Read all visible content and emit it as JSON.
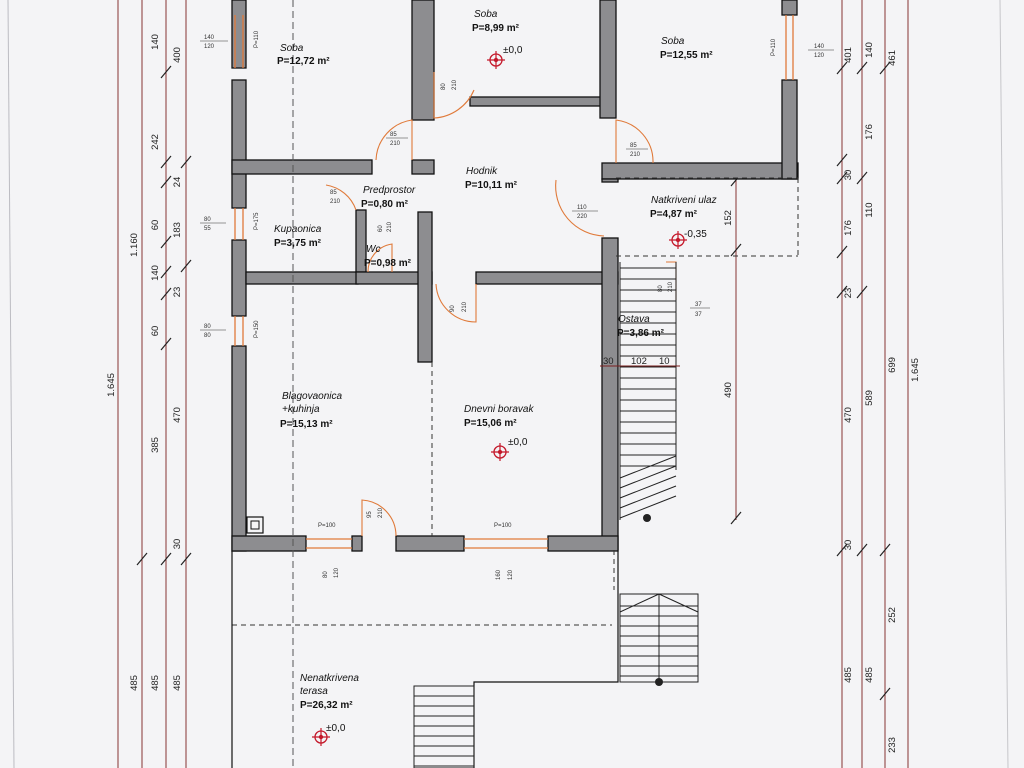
{
  "rooms": {
    "soba_left": {
      "name": "Soba",
      "area": "P=12,72 m²"
    },
    "soba_mid": {
      "name": "Soba",
      "area": "P=8,99 m²"
    },
    "soba_right": {
      "name": "Soba",
      "area": "P=12,55 m²"
    },
    "hodnik": {
      "name": "Hodnik",
      "area": "P=10,11 m²"
    },
    "predprostor": {
      "name": "Predprostor",
      "area": "P=0,80 m²"
    },
    "kupaonica": {
      "name": "Kupaonica",
      "area": "P=3,75 m²"
    },
    "wc": {
      "name": "Wc",
      "area": "P=0,98 m²"
    },
    "natkriveni": {
      "name": "Natkriveni ulaz",
      "area": "P=4,87 m²"
    },
    "ostava": {
      "name": "Ostava",
      "area": "P=3,86 m²"
    },
    "blagovaonica": {
      "name_line1": "Blagovaonica",
      "name_line2": "+kuhinja",
      "area": "P=15,13 m²"
    },
    "dnevni": {
      "name": "Dnevni boravak",
      "area": "P=15,06 m²"
    },
    "terasa": {
      "name_line1": "Nenatkrivena",
      "name_line2": "terasa",
      "area": "P=26,32 m²"
    }
  },
  "levels": {
    "soba_mid": "±0,0",
    "natkriveni": "-0,35",
    "dnevni": "±0,0",
    "terasa": "±0,0"
  },
  "dims_left": {
    "outer": [
      "1.645"
    ],
    "mid": [
      "1.160",
      "485"
    ],
    "inner": [
      "400",
      "242",
      "183",
      "470",
      "385",
      "485"
    ],
    "innermost": [
      "140",
      "24",
      "60",
      "140",
      "23",
      "60",
      "30",
      "485"
    ]
  },
  "dims_right": {
    "outer": [
      "1.645"
    ],
    "mid": [
      "461",
      "699",
      "252",
      "233"
    ],
    "inner": [
      "401",
      "176",
      "176",
      "589",
      "485"
    ],
    "innermost": [
      "140",
      "30",
      "110",
      "23",
      "470",
      "30",
      "485"
    ]
  },
  "dims_interior": {
    "v152": "152",
    "v490": "490",
    "h30a": "30",
    "h102": "102",
    "h10": "10"
  },
  "opening_notes": {
    "w_soba_l_a": "140",
    "w_soba_l_b": "120",
    "w_soba_l_p": "P=110",
    "w_soba_r_a": "140",
    "w_soba_r_b": "120",
    "w_soba_r_p": "P=110",
    "w_kup_a": "80",
    "w_kup_b": "55",
    "w_kup_p": "P=175",
    "w_blag_a": "80",
    "w_blag_b": "80",
    "w_blag_p": "P=150",
    "w_south1_p": "P=100",
    "w_south1_a": "80",
    "w_south1_b": "120",
    "w_south2_p": "P=100",
    "w_south2_a": "160",
    "w_south2_b": "120",
    "d_soba_mid_a": "80",
    "d_soba_mid_b": "210",
    "d_hod_l_a": "85",
    "d_hod_l_b": "210",
    "d_hod_r_a": "85",
    "d_hod_r_b": "210",
    "d_pred_a": "85",
    "d_pred_b": "210",
    "d_hod_s_a": "110",
    "d_hod_s_b": "220",
    "d_wc_a": "60",
    "d_wc_b": "210",
    "d_dnev_a": "90",
    "d_dnev_b": "210",
    "d_blag_a": "95",
    "d_blag_b": "210",
    "d_ostava_a": "80",
    "d_ostava_b": "210",
    "o_ostava_a": "37",
    "o_ostava_b": "37"
  }
}
